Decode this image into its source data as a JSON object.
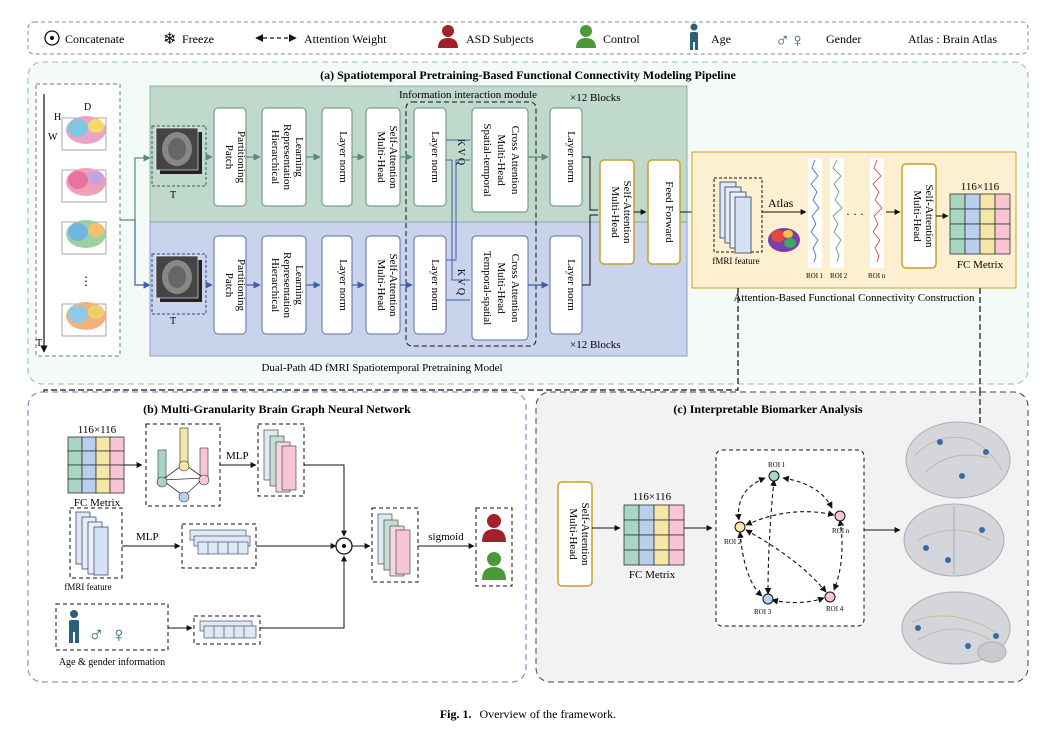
{
  "legend": {
    "concatenate": "Concatenate",
    "freeze": "Freeze",
    "attention_weight": "Attention Weight",
    "asd": "ASD Subjects",
    "control": "Control",
    "age": "Age",
    "gender": "Gender",
    "atlas": "Atlas : Brain Atlas"
  },
  "panel_a": {
    "title": "(a) Spatiotemporal Pretraining-Based Functional Connectivity Modeling Pipeline",
    "axis_h": "H",
    "axis_d": "D",
    "axis_w": "W",
    "axis_t": "T",
    "ellipsis": "⋮",
    "info_module": "Information interaction module",
    "blocks_top": "×12 Blocks",
    "blocks_bottom": "×12 Blocks",
    "patch": [
      "Patch",
      "Partitioning"
    ],
    "hier": [
      "Hierarchical",
      "Representation",
      "Learning"
    ],
    "layer_norm": "Layer norm",
    "mhsa": [
      "Multi-Head",
      "Self-Attention"
    ],
    "st_cross": [
      "Spatial-temporal",
      "Multi-Head",
      "Cross Attention"
    ],
    "ts_cross": [
      "Temporal-spatial",
      "Multi-Head",
      "Cross Attention"
    ],
    "kvq": "K V Q",
    "feed_forward": "Feed Forward",
    "model_label": "Dual-Path 4D fMRI Spatiotemporal Pretraining Model",
    "fc_title": "Attention-Based Functional Connectivity Construction",
    "fmri_feature": "fMRI feature",
    "atlas": "Atlas",
    "roi_labels": [
      "ROI 1",
      "ROI 2",
      "ROI n"
    ],
    "dots": "· · ·",
    "matrix_size": "116×116",
    "fc_metrix": "FC Metrix"
  },
  "panel_b": {
    "title": "(b) Multi-Granularity Brain Graph Neural Network",
    "matrix_size": "116×116",
    "fc_metrix": "FC Metrix",
    "mlp": "MLP",
    "mlp2": "MLP",
    "fmri_feature": "fMRI feature",
    "sigmoid": "sigmoid",
    "age_gender": "Age & gender information"
  },
  "panel_c": {
    "title": "(c) Interpretable Biomarker Analysis",
    "mhsa": [
      "Multi-Head",
      "Self-Attention"
    ],
    "matrix_size": "116×116",
    "fc_metrix": "FC Metrix",
    "rois": [
      "ROI 1",
      "ROI 2",
      "ROI n",
      "ROI 3",
      "ROI 4"
    ]
  },
  "caption": {
    "label": "Fig. 1.",
    "text": "Overview of the framework."
  },
  "colors": {
    "green_panel": "#bfd9cc",
    "blue_panel": "#c9d3ec",
    "fc_panel": "#fdf0d0",
    "asd": "#a3202a",
    "control": "#4a9a3a",
    "age": "#2b5f7a",
    "gold_border": "#c9a227"
  }
}
